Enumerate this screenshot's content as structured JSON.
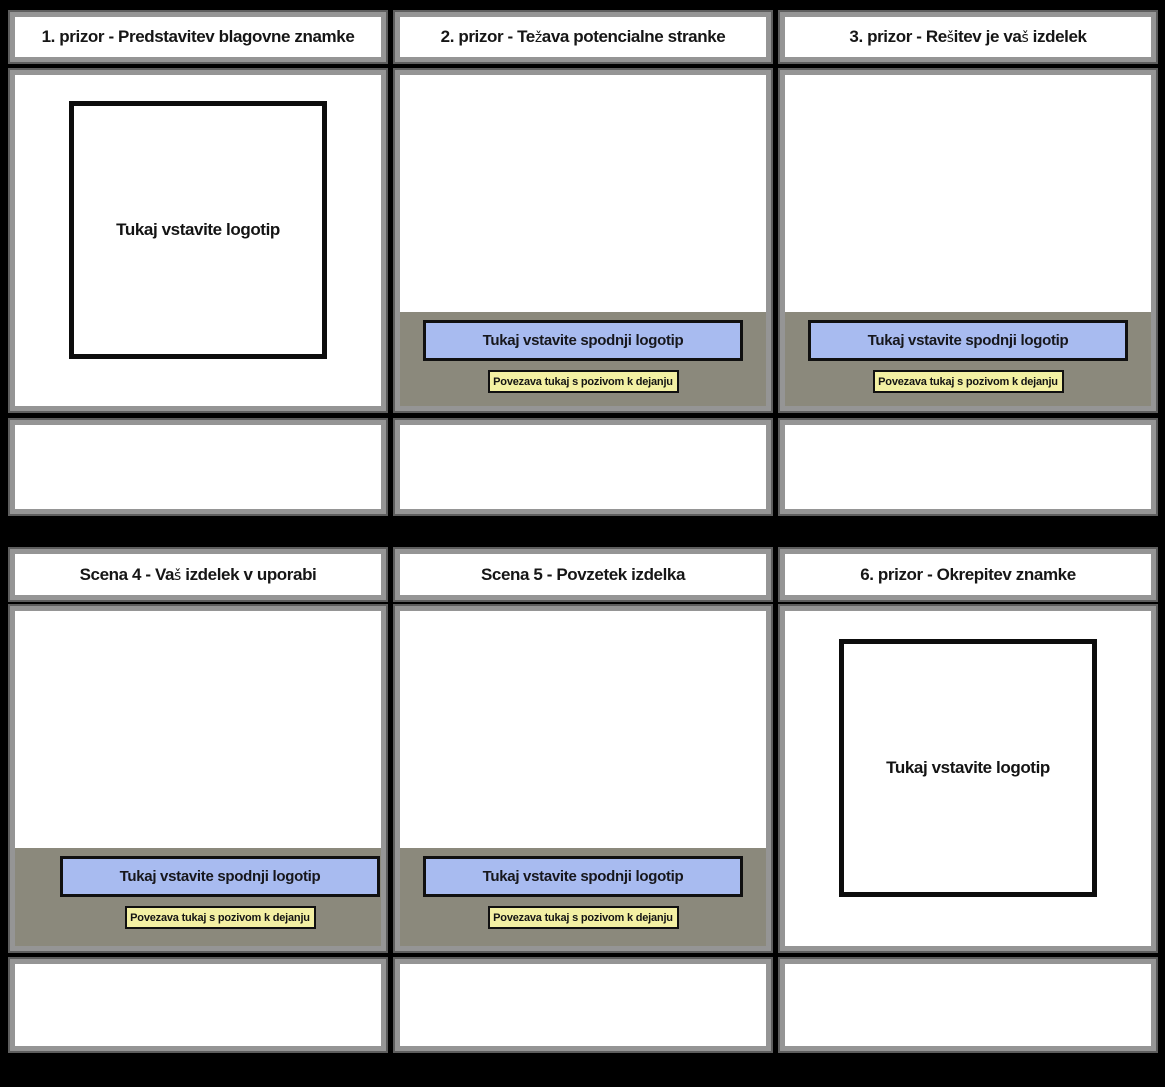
{
  "document": {
    "type": "video-storyboard-template",
    "language": "sl"
  },
  "cells": [
    {
      "title": "1. prizor - Predstavitev blagovne znamke",
      "variant": "logo",
      "logo_placeholder": "Tukaj vstavite logotip",
      "description": ""
    },
    {
      "title": "2. prizor - Težava potencialne stranke",
      "variant": "cta",
      "logo_button": "Tukaj vstavite spodnji logotip",
      "cta_link": "Povezava tukaj s pozivom k dejanju",
      "description": ""
    },
    {
      "title": "3. prizor - Rešitev je vaš izdelek",
      "variant": "cta",
      "logo_button": "Tukaj vstavite spodnji logotip",
      "cta_link": "Povezava tukaj s pozivom k dejanju",
      "description": ""
    },
    {
      "title": "Scena 4 - Vaš izdelek v uporabi",
      "variant": "cta",
      "logo_button": "Tukaj vstavite spodnji logotip",
      "cta_link": "Povezava tukaj s pozivom k dejanju",
      "description": ""
    },
    {
      "title": "Scena 5 - Povzetek izdelka",
      "variant": "cta",
      "logo_button": "Tukaj vstavite spodnji logotip",
      "cta_link": "Povezava tukaj s pozivom k dejanju",
      "description": ""
    },
    {
      "title": "6. prizor - Okrepitev znamke",
      "variant": "logo",
      "logo_placeholder": "Tukaj vstavite logotip",
      "description": ""
    }
  ],
  "colors": {
    "page_background": "#000000",
    "panel_border": "#959595",
    "band_background": "#8b897c",
    "logo_button_fill": "#a8bbf0",
    "cta_button_fill": "#f3f0a3",
    "placeholder_border": "#0d0d0d"
  }
}
